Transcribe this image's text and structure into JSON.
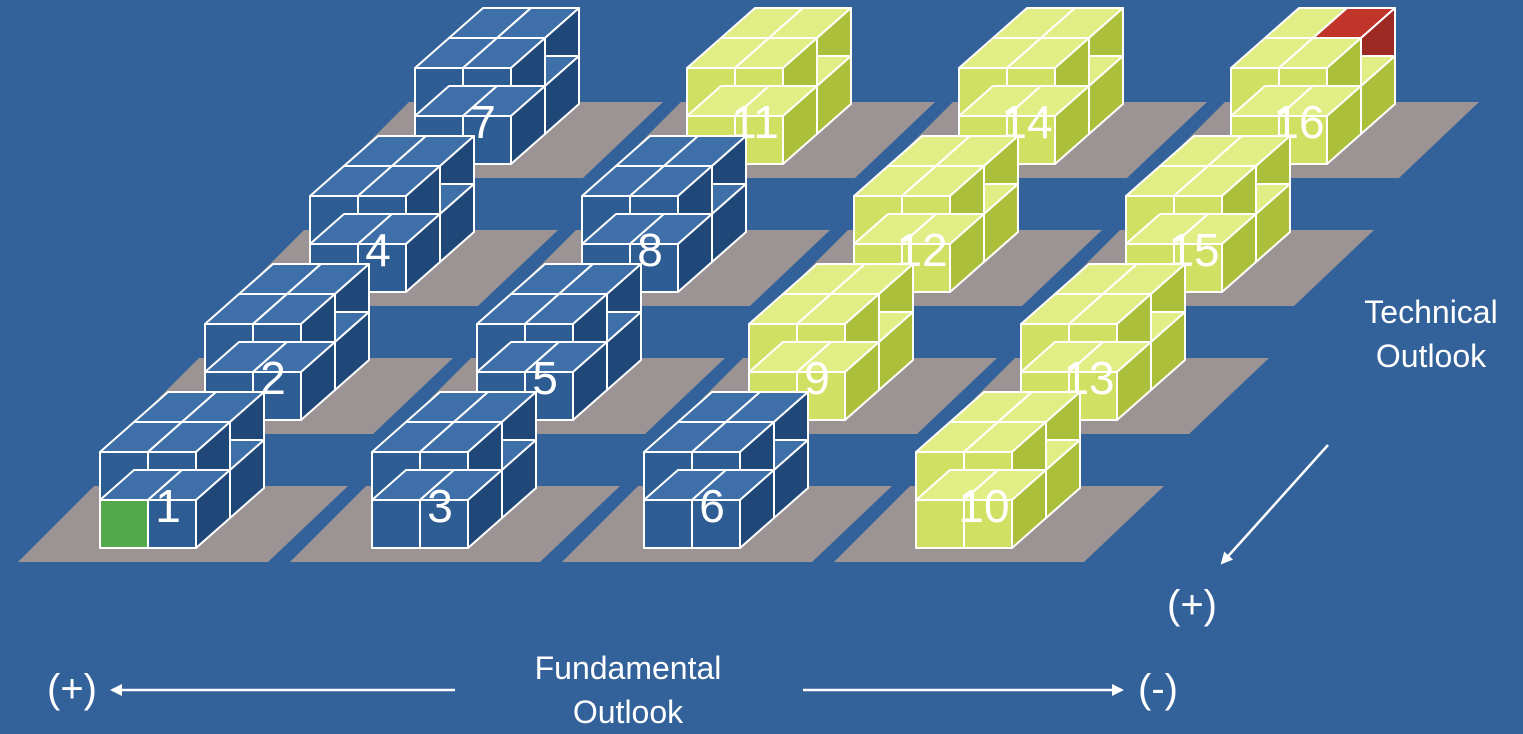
{
  "colors": {
    "background": "#336199",
    "plate": "#9c9494",
    "blue_front": "#2e5d94",
    "blue_top": "#3e6fa8",
    "blue_side": "#1f4878",
    "yellow_front": "#cfe063",
    "yellow_top": "#e1ee86",
    "yellow_side": "#abbf3b",
    "green_marker": "#52a84a",
    "red_marker": "#c1342a",
    "edge": "#ffffff"
  },
  "axes": {
    "fundamental": {
      "title_line1": "Fundamental",
      "title_line2": "Outlook",
      "left_sign": "(+)",
      "right_sign": "(-)"
    },
    "technical": {
      "title_line1": "Technical",
      "title_line2": "Outlook",
      "sign": "(+)"
    }
  },
  "grid": {
    "columns": 4,
    "rows": 4,
    "cells": [
      {
        "label": "1",
        "column": 1,
        "row": 1,
        "color": "blue",
        "marker": "green"
      },
      {
        "label": "3",
        "column": 2,
        "row": 1,
        "color": "blue"
      },
      {
        "label": "6",
        "column": 3,
        "row": 1,
        "color": "blue"
      },
      {
        "label": "10",
        "column": 4,
        "row": 1,
        "color": "yellow"
      },
      {
        "label": "2",
        "column": 1,
        "row": 2,
        "color": "blue"
      },
      {
        "label": "5",
        "column": 2,
        "row": 2,
        "color": "blue"
      },
      {
        "label": "9",
        "column": 3,
        "row": 2,
        "color": "yellow"
      },
      {
        "label": "13",
        "column": 4,
        "row": 2,
        "color": "yellow"
      },
      {
        "label": "4",
        "column": 1,
        "row": 3,
        "color": "blue"
      },
      {
        "label": "8",
        "column": 2,
        "row": 3,
        "color": "blue"
      },
      {
        "label": "12",
        "column": 3,
        "row": 3,
        "color": "yellow"
      },
      {
        "label": "15",
        "column": 4,
        "row": 3,
        "color": "yellow"
      },
      {
        "label": "7",
        "column": 1,
        "row": 4,
        "color": "blue"
      },
      {
        "label": "11",
        "column": 2,
        "row": 4,
        "color": "yellow"
      },
      {
        "label": "14",
        "column": 3,
        "row": 4,
        "color": "yellow"
      },
      {
        "label": "16",
        "column": 4,
        "row": 4,
        "color": "yellow",
        "marker": "red"
      }
    ]
  }
}
